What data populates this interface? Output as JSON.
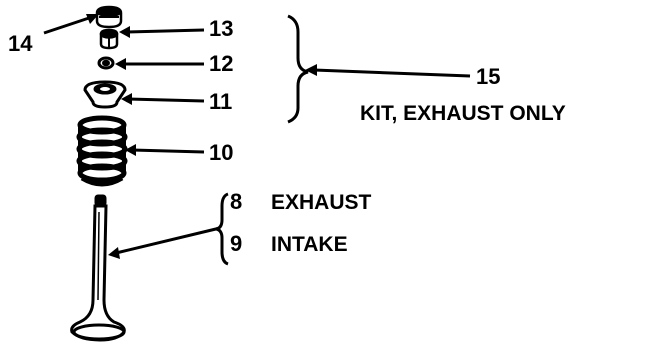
{
  "callouts": {
    "n14": "14",
    "n13": "13",
    "n12": "12",
    "n11": "11",
    "n10": "10",
    "n15": "15",
    "n8": "8",
    "n9": "9"
  },
  "labels": {
    "kit": "KIT, EXHAUST ONLY",
    "exhaust": "EXHAUST",
    "intake": "INTAKE"
  },
  "colors": {
    "ink": "#000000",
    "paper": "#ffffff"
  }
}
